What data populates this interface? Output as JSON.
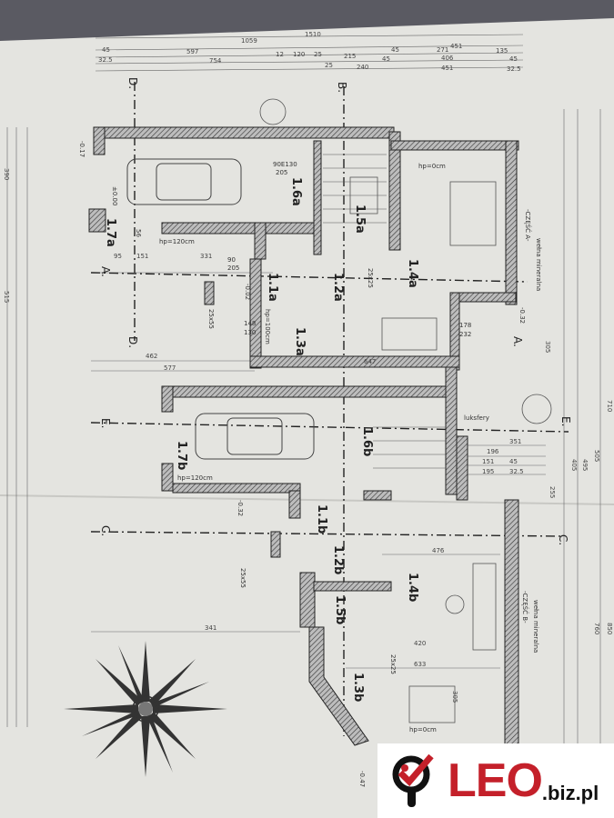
{
  "plan": {
    "rooms_a": [
      "1.7a",
      "1.6a",
      "1.5a",
      "1.4a",
      "1.3a",
      "1.2a",
      "1.1a"
    ],
    "rooms_b": [
      "1.7b",
      "1.6b",
      "1.5b",
      "1.4b",
      "1.3b",
      "1.2b",
      "1.1b"
    ],
    "sections": [
      "A.",
      "A.",
      "B.",
      "C.",
      "C.",
      "D.",
      "D.",
      "E.",
      "E."
    ],
    "part_a": "-CZĘŚĆ A-",
    "part_b": "-CZĘŚĆ B-",
    "insulation": "wełna mineralna",
    "glass_blocks": "luksfery",
    "heights": {
      "garage_a": "hp=120cm",
      "garage_b": "hp=120cm",
      "hall_a": "hp=0cm",
      "hall_b": "hp=0cm",
      "kitchen_a": "hp=100cm"
    },
    "levels": [
      "±0.00",
      "-0.17",
      "-0.32",
      "-0.02",
      "-0.47",
      "-0.32"
    ],
    "doors": [
      "90E130",
      "205",
      "90",
      "205",
      "148",
      "130",
      "178",
      "232",
      "56"
    ],
    "chimney": [
      "25x55",
      "25x55",
      "25x25",
      "25x25"
    ],
    "top_dims": [
      "1510",
      "1059",
      "451",
      "45",
      "597",
      "12",
      "120",
      "25",
      "215",
      "45",
      "271",
      "135",
      "32.5",
      "754",
      "25",
      "240",
      "45",
      "406",
      "451",
      "45",
      "32.5"
    ],
    "left_dims": [
      "95",
      "151",
      "331",
      "462",
      "577",
      "341",
      "633",
      "647"
    ],
    "right_dims": [
      "351",
      "196",
      "151",
      "195",
      "45",
      "32.5",
      "305",
      "305",
      "255",
      "495",
      "476",
      "420"
    ],
    "side_dims": [
      "390",
      "515",
      "710",
      "850",
      "760",
      "505",
      "405"
    ]
  },
  "logo": {
    "name": "LEO",
    "domain": ".biz.pl",
    "color": "#c4202a"
  }
}
